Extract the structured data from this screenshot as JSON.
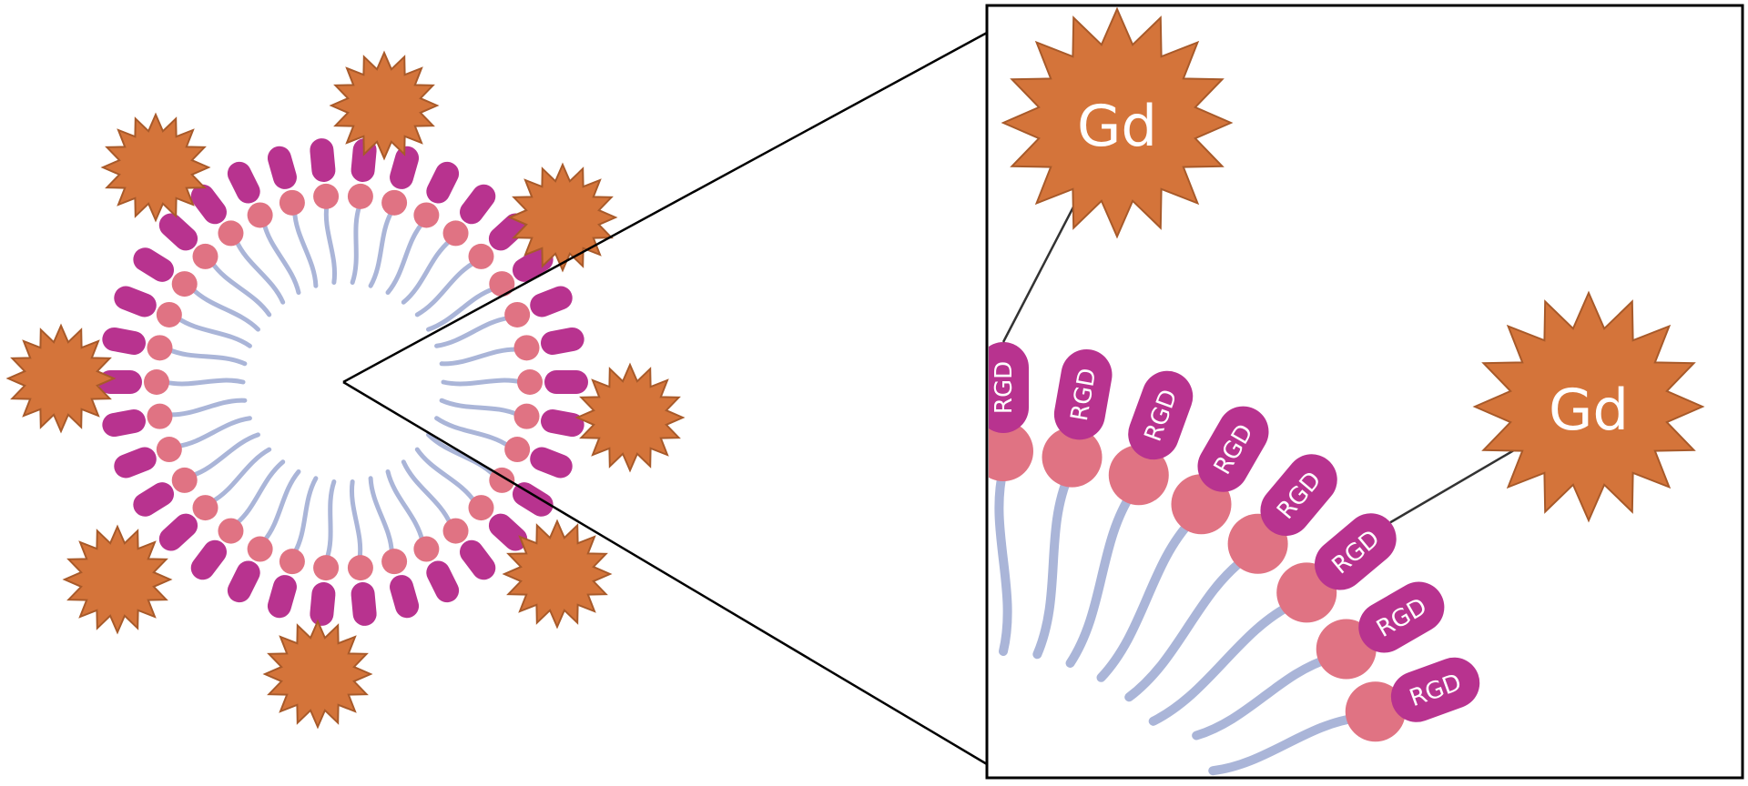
{
  "diagram": {
    "title": "",
    "gd_label": "Gd",
    "rgd_label": "RGD",
    "colors": {
      "gd_star": "#D4743A",
      "gd_star_stroke": "#A85A2A",
      "rgd_peptide": "#B8338F",
      "lipid_head": "#E07383",
      "lipid_tail": "#AAB5D8",
      "zoom_lines": "#000000"
    },
    "liposome": {
      "lipid_count": 34,
      "gd_count": 8
    },
    "zoom_panel": {
      "gd_count": 2
    }
  }
}
